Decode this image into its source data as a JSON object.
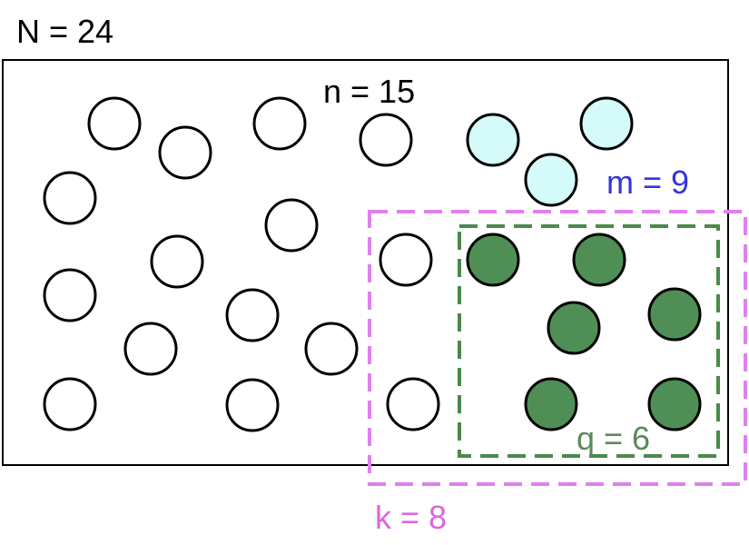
{
  "labels": {
    "population": "N = 24",
    "sample": "n = 15",
    "successes_in_population": "m = 9",
    "draws": "k = 8",
    "successes_in_draws": "q = 6"
  },
  "colors": {
    "population_label": "#000000",
    "sample_label": "#000000",
    "m_label": "#3333dd",
    "k_label": "#dd66dd",
    "q_label": "#5a8a5a",
    "k_box": "#e080f0",
    "q_box": "#4a8a4a",
    "white_ball": "#ffffff",
    "cyan_ball": "#d4fafa",
    "green_ball": "#4f8f55",
    "ball_stroke": "#000000"
  },
  "counts": {
    "N": 24,
    "n": 15,
    "m": 9,
    "k": 8,
    "q": 6
  }
}
